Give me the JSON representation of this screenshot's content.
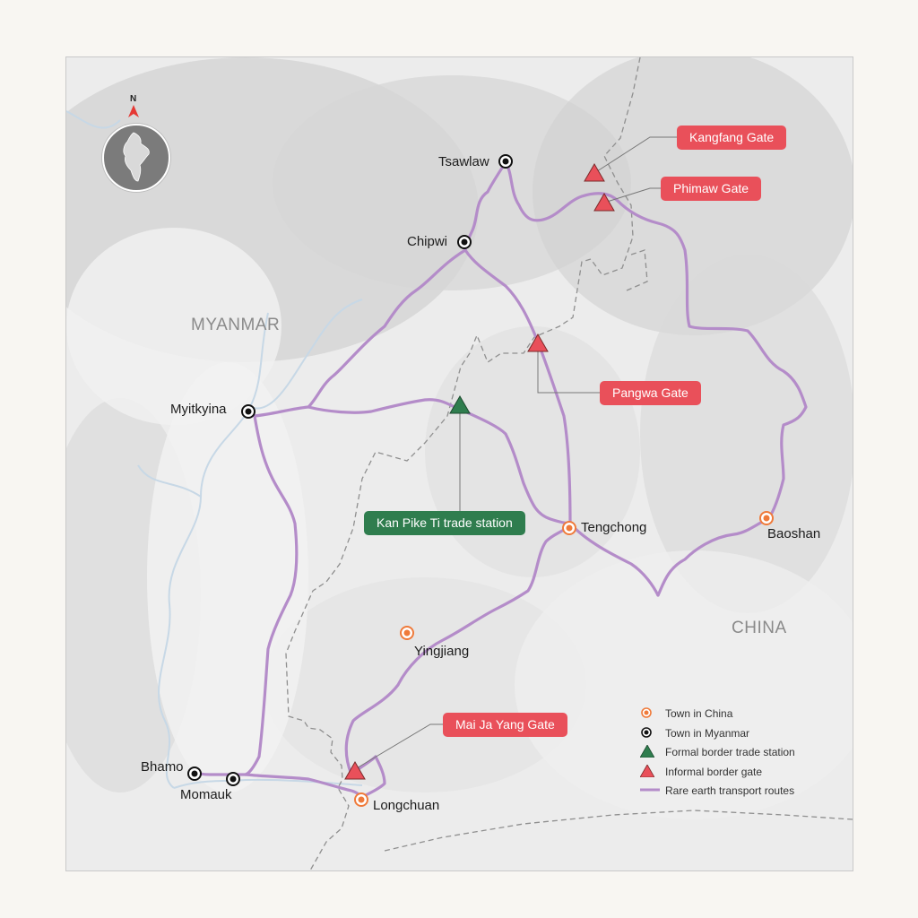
{
  "countries": {
    "myanmar": "MYANMAR",
    "china": "CHINA"
  },
  "compass": {
    "north": "N"
  },
  "towns": {
    "tsawlaw": "Tsawlaw",
    "chipwi": "Chipwi",
    "myitkyina": "Myitkyina",
    "bhamo": "Bhamo",
    "momauk": "Momauk",
    "tengchong": "Tengchong",
    "baoshan": "Baoshan",
    "yingjiang": "Yingjiang",
    "longchuan": "Longchuan"
  },
  "gates": {
    "kangfang": "Kangfang Gate",
    "phimaw": "Phimaw Gate",
    "pangwa": "Pangwa Gate",
    "maijayang": "Mai Ja Yang Gate",
    "kanpiketi": "Kan Pike Ti trade station"
  },
  "legend": {
    "town_china": "Town in China",
    "town_myanmar": "Town in Myanmar",
    "formal_station": "Formal border trade station",
    "informal_gate": "Informal border gate",
    "routes": "Rare earth transport routes"
  },
  "colors": {
    "route": "#b48cc9",
    "town_china": "#ef7a3a",
    "town_myanmar": "#111111",
    "gate_red": "#e9505a",
    "station_green": "#2f7d4e",
    "border": "#8a8a8a",
    "river": "#c7d8e6"
  }
}
